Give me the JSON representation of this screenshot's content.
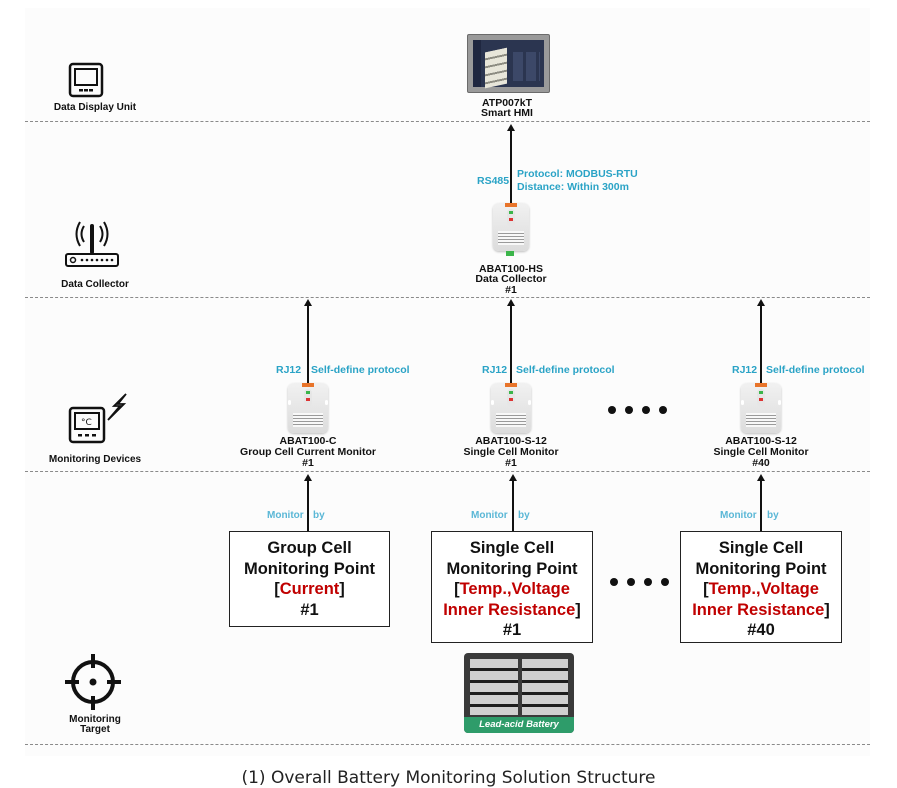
{
  "layers": [
    {
      "label": "Data Display Unit",
      "icon": "monitor-icon"
    },
    {
      "label": "Data Collector",
      "icon": "router-icon"
    },
    {
      "label": "Monitoring Devices",
      "icon": "thermo-monitor-icon"
    },
    {
      "label": "Monitoring\nTarget",
      "label_line1": "Monitoring",
      "label_line2": "Target",
      "icon": "crosshair-icon"
    }
  ],
  "hmi": {
    "model": "ATP007kT",
    "name": "Smart HMI"
  },
  "collector": {
    "interface": "RS485",
    "protocol": "Protocol: MODBUS-RTU",
    "distance": "Distance: Within 300m",
    "model": "ABAT100-HS",
    "name": "Data Collector",
    "index": "#1"
  },
  "devices": [
    {
      "interface": "RJ12",
      "protocol": "Self-define protocol",
      "model": "ABAT100-C",
      "name": "Group Cell Current Monitor",
      "index": "#1"
    },
    {
      "interface": "RJ12",
      "protocol": "Self-define protocol",
      "model": "ABAT100-S-12",
      "name": "Single Cell Monitor",
      "index": "#1"
    },
    {
      "interface": "RJ12",
      "protocol": "Self-define protocol",
      "model": "ABAT100-S-12",
      "name": "Single Cell Monitor",
      "index": "#40"
    }
  ],
  "monitor_link": {
    "left": "Monitor",
    "right": "by"
  },
  "points": [
    {
      "line1": "Group Cell",
      "line2": "Monitoring Point",
      "params": "Current",
      "params2": "",
      "index": "#1"
    },
    {
      "line1": "Single Cell",
      "line2": "Monitoring Point",
      "params": "Temp.,Voltage",
      "params2": "Inner Resistance",
      "index": "#1"
    },
    {
      "line1": "Single Cell",
      "line2": "Monitoring Point",
      "params": "Temp.,Voltage",
      "params2": "Inner Resistance",
      "index": "#40"
    }
  ],
  "bracket_open": "[",
  "bracket_close": "]",
  "target_photo_label": "Lead-acid Battery",
  "caption": "(1) Overall Battery Monitoring Solution Structure",
  "colors": {
    "accent_cyan": "#2aa3c6",
    "param_red": "#c00000",
    "photo_banner": "#2e9c6a"
  }
}
